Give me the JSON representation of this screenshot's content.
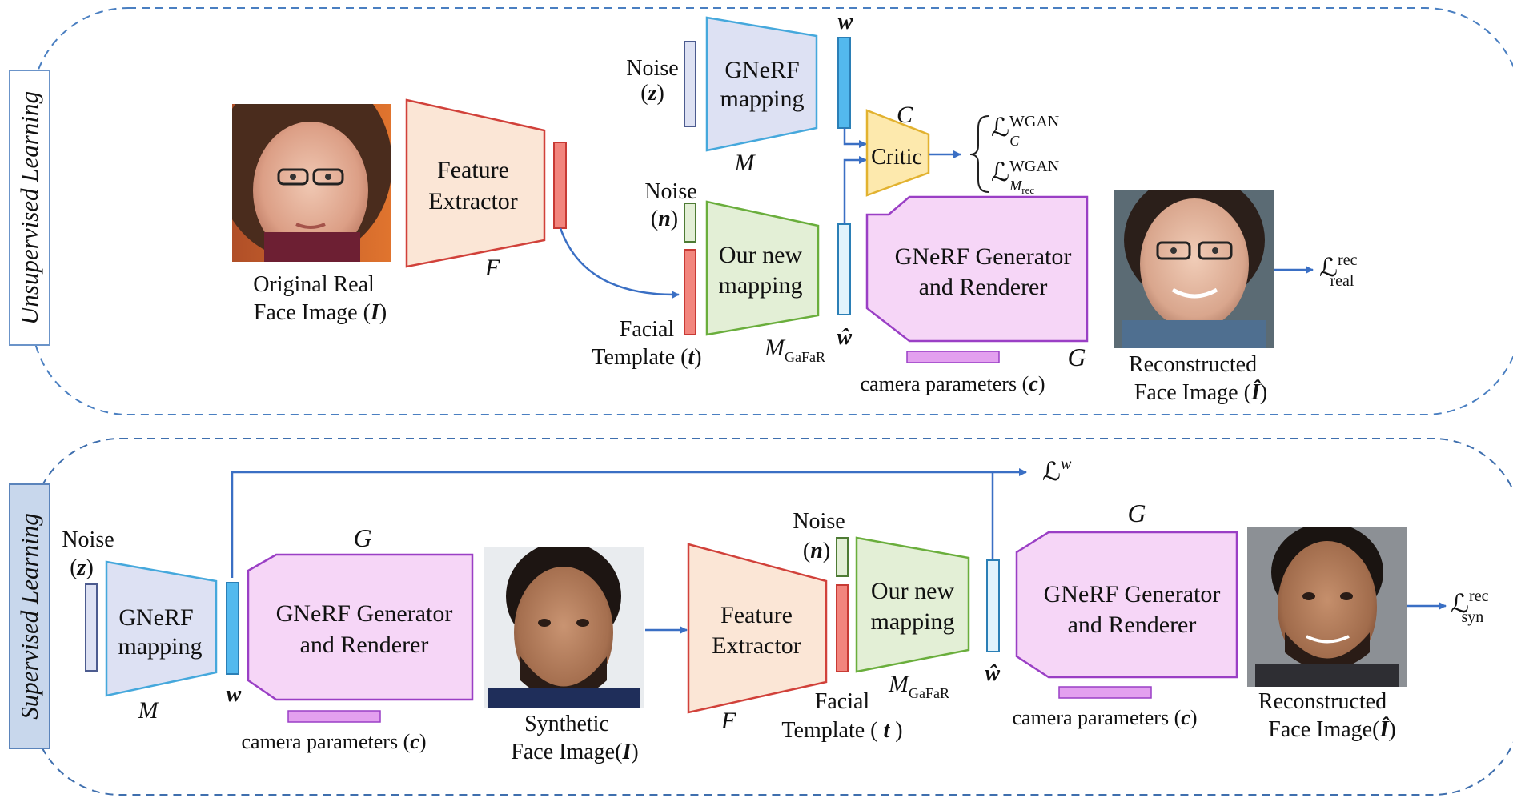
{
  "sections": {
    "top_label": "Unsupervised Learning",
    "bottom_label": "Supervised Learning"
  },
  "top": {
    "input_caption_line1": "Original Real",
    "input_caption_line2": "Face Image",
    "input_symbol": "I",
    "feature_extractor_line1": "Feature",
    "feature_extractor_line2": "Extractor",
    "feature_extractor_symbol": "F",
    "noise_z_label": "Noise",
    "noise_z_symbol": "z",
    "gnerf_mapping_line1": "GNeRF",
    "gnerf_mapping_line2": "mapping",
    "gnerf_mapping_symbol": "M",
    "w_symbol": "w",
    "noise_n_label": "Noise",
    "noise_n_symbol": "n",
    "new_mapping_line1": "Our new",
    "new_mapping_line2": "mapping",
    "new_mapping_symbol": "M",
    "new_mapping_subscript": "GaFaR",
    "template_line1": "Facial",
    "template_line2": "Template",
    "template_symbol": "t",
    "w_hat_symbol": "ŵ",
    "critic_label": "Critic",
    "critic_symbol": "C",
    "loss_critic_sup": "WGAN",
    "loss_critic_sub": "C",
    "loss_mrec_sup": "WGAN",
    "loss_mrec_sub": "M",
    "loss_mrec_subsub": "rec",
    "generator_line1": "GNeRF Generator",
    "generator_line2": "and Renderer",
    "generator_symbol": "G",
    "camera_label": "camera parameters",
    "camera_symbol": "c",
    "output_caption_line1": "Reconstructed",
    "output_caption_line2": "Face Image",
    "output_symbol": "Î",
    "loss_rec_sup": "rec",
    "loss_rec_sub": "real"
  },
  "bottom": {
    "noise_z_label": "Noise",
    "noise_z_symbol": "z",
    "gnerf_mapping_line1": "GNeRF",
    "gnerf_mapping_line2": "mapping",
    "gnerf_mapping_symbol": "M",
    "w_symbol": "w",
    "generator_symbol": "G",
    "generator_line1": "GNeRF Generator",
    "generator_line2": "and Renderer",
    "camera_label": "camera parameters",
    "camera_symbol": "c",
    "synthetic_caption_line1": "Synthetic",
    "synthetic_caption_line2": "Face Image",
    "synthetic_symbol": "I",
    "feature_extractor_line1": "Feature",
    "feature_extractor_line2": "Extractor",
    "feature_extractor_symbol": "F",
    "noise_n_label": "Noise",
    "noise_n_symbol": "n",
    "new_mapping_line1": "Our new",
    "new_mapping_line2": "mapping",
    "new_mapping_symbol": "M",
    "new_mapping_subscript": "GaFaR",
    "template_line1": "Facial",
    "template_line2": "Template",
    "template_symbol": "t",
    "w_hat_symbol": "ŵ",
    "loss_w_sup": "w",
    "generator2_symbol": "G",
    "generator2_line1": "GNeRF Generator",
    "generator2_line2": "and Renderer",
    "camera2_label": "camera parameters",
    "camera2_symbol": "c",
    "output_caption_line1": "Reconstructed",
    "output_caption_line2": "Face Image",
    "output_symbol": "Î",
    "loss_rec_sup": "rec",
    "loss_rec_sub": "syn"
  },
  "loss_symbol": "ℒ",
  "colors": {
    "dashed_border": "#4a7fc1",
    "arrow": "#3a6fc4",
    "feature_fill": "#fbe6d6",
    "feature_stroke": "#d1413a",
    "gnerf_map_fill": "#dde1f3",
    "gnerf_map_stroke": "#45a8dc",
    "new_map_fill": "#e3efd6",
    "new_map_stroke": "#6aae3c",
    "generator_fill": "#f6d6f7",
    "generator_stroke": "#9a3fc5",
    "critic_fill": "#fde9ad",
    "critic_stroke": "#e2b22f",
    "camera_bar": "#e3a0ef",
    "red_bar": "#f2857d",
    "blue_bar": "#53b9ee",
    "light_blue_bar": "#e1f3fc",
    "noise_bar_fill": "#dde1f3",
    "noise_n_fill": "#e3efd6"
  }
}
